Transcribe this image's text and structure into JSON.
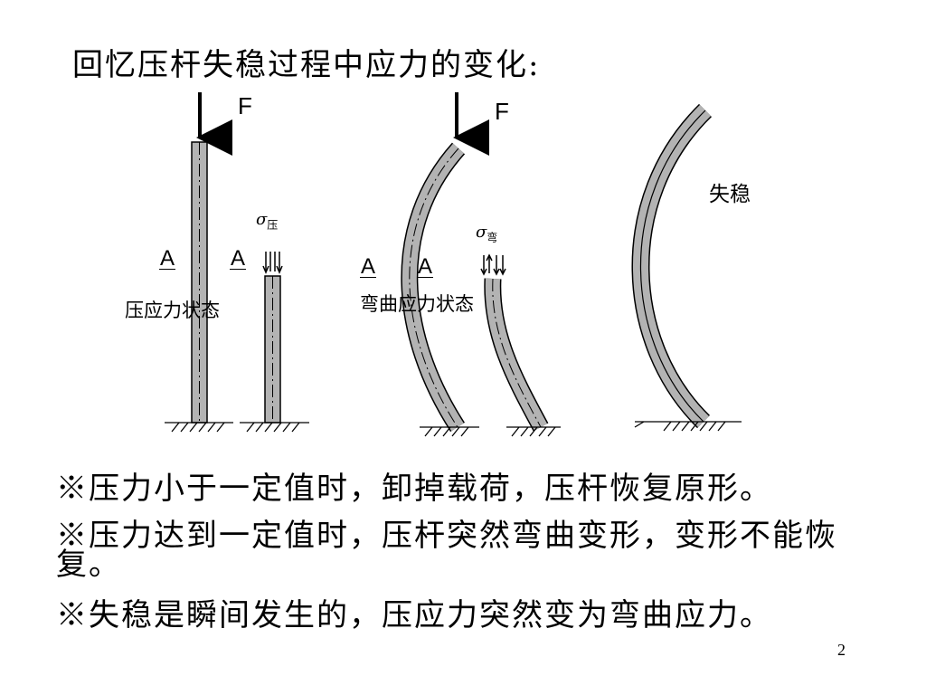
{
  "slide": {
    "title": "回忆压杆失稳过程中应力的变化:",
    "page_number": "2"
  },
  "figure": {
    "force_label_1": "F",
    "force_label_2": "F",
    "section_label_1": "A",
    "section_label_2": "A",
    "section_label_3": "A",
    "section_label_4": "A",
    "sigma_compress": "σ",
    "sigma_compress_sub": "压",
    "sigma_bend": "σ",
    "sigma_bend_sub": "弯",
    "state_compress": "压应力状态",
    "state_bend": "弯曲应力状态",
    "state_buckle": "失稳"
  },
  "bullets": [
    "※压力小于一定值时，卸掉载荷，压杆恢复原形。",
    "※压力达到一定值时，压杆突然弯曲变形，变形不能恢复。",
    "※失稳是瞬间发生的，压应力突然变为弯曲应力。"
  ]
}
